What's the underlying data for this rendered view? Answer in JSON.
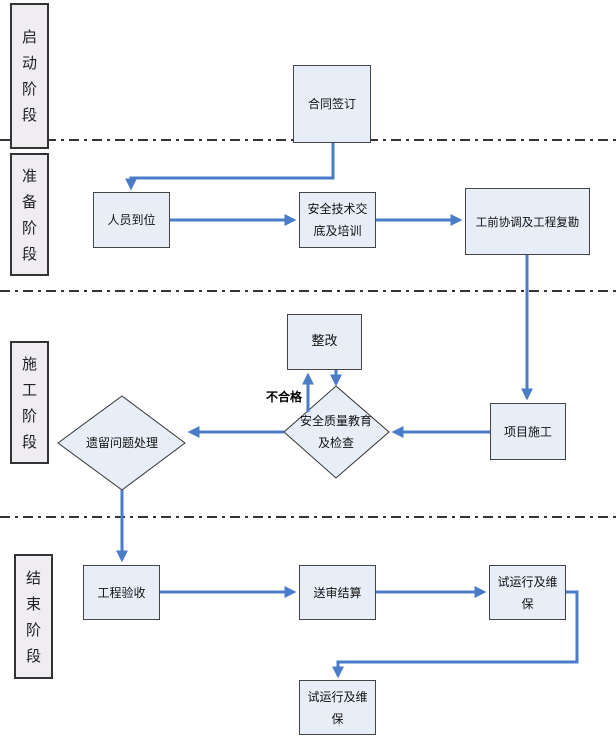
{
  "stages": [
    "启动阶段",
    "准备阶段",
    "施工阶段",
    "结束阶段"
  ],
  "nodes": {
    "contract": "合同签订",
    "staff": "人员到位",
    "briefing": "安全技术交底及培训",
    "coordination": "工前协调及工程复勘",
    "rectify": "整改",
    "inspection": "安全质量教育及检查",
    "construction": "项目施工",
    "leftover": "遗留问题处理",
    "acceptance": "工程验收",
    "settlement": "送审结算",
    "trial_run_1": "试运行及维保",
    "trial_run_2": "试运行及维保"
  },
  "fail_label": "不合格",
  "colors": {
    "arrow": "#4a7cc7",
    "box": "#e8eef8",
    "stage": "#efedf2"
  }
}
